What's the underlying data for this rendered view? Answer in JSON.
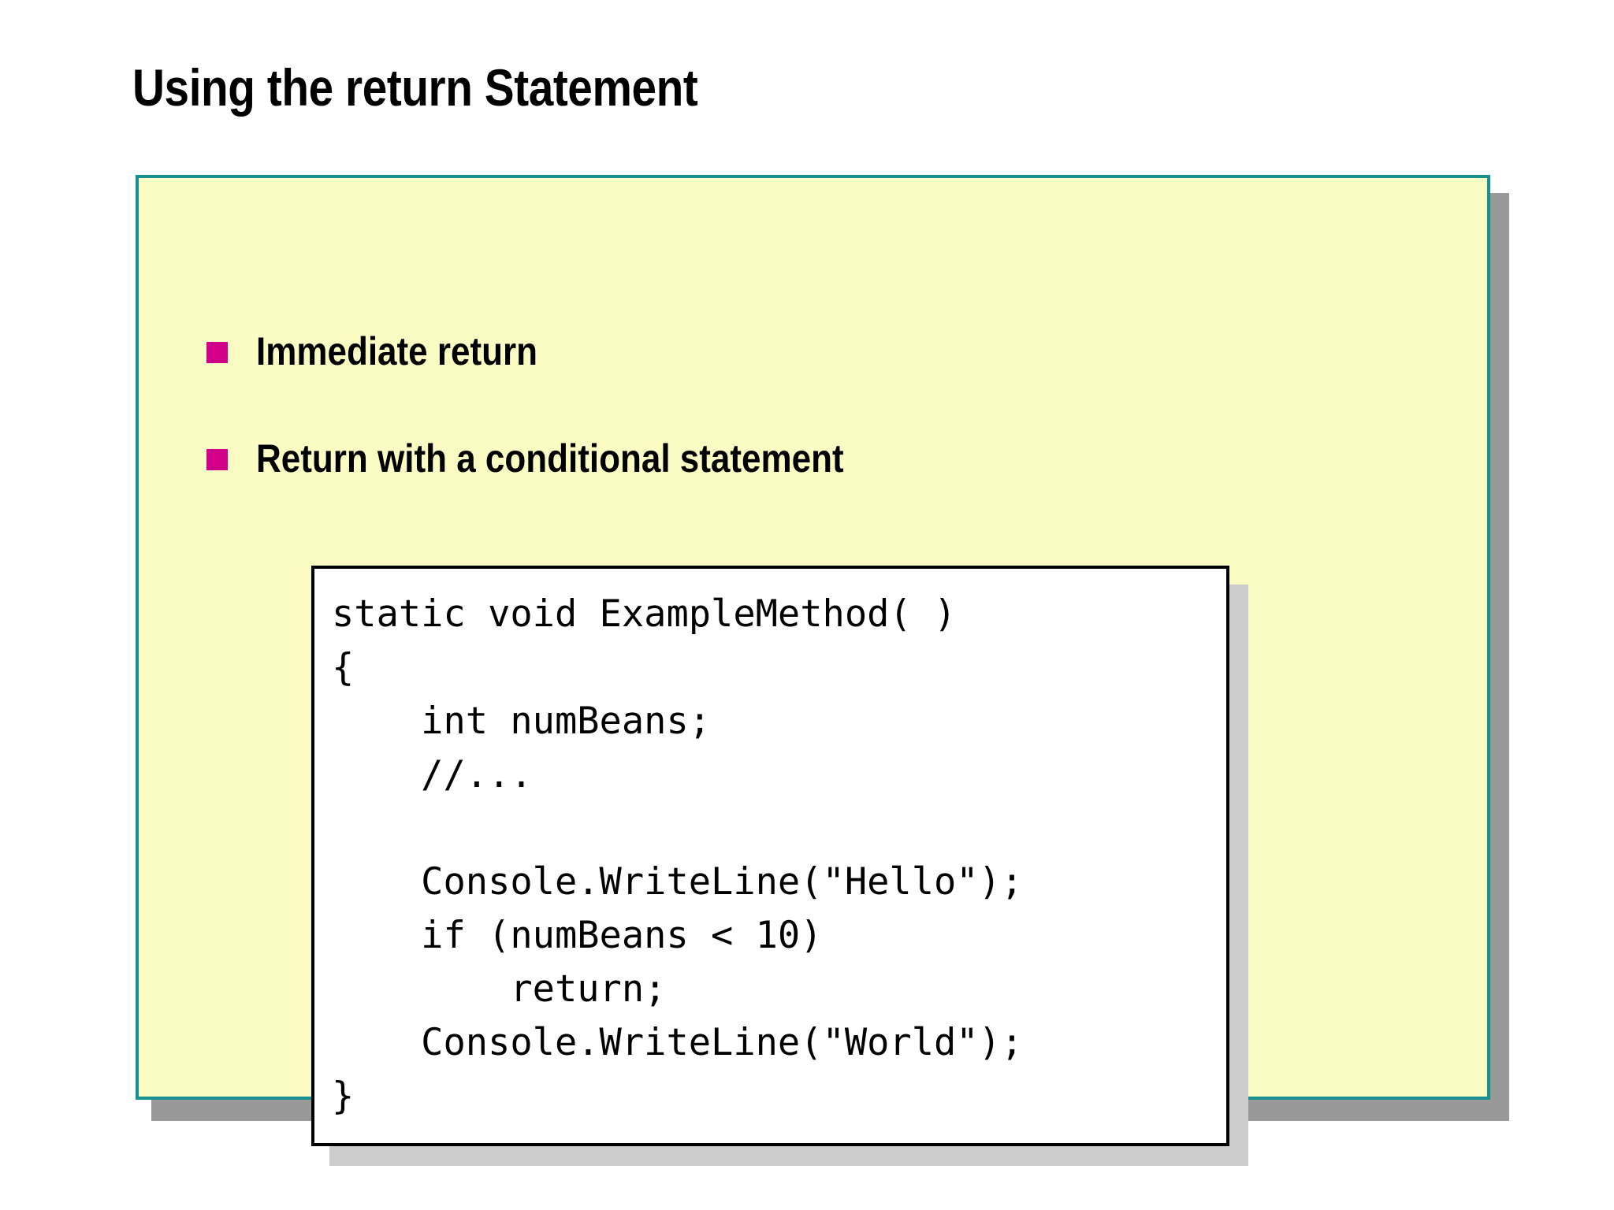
{
  "slide": {
    "title": "Using the return Statement",
    "bullets": [
      {
        "label": "Immediate return",
        "marker": "square-bullet"
      },
      {
        "label": "Return with a conditional statement",
        "marker": "square-bullet"
      }
    ],
    "code_block": {
      "language": "csharp",
      "lines": [
        "static void ExampleMethod( )",
        "{",
        "    int numBeans;",
        "    //...",
        "",
        "    Console.WriteLine(\"Hello\");",
        "    if (numBeans < 10)",
        "        return;",
        "    Console.WriteLine(\"World\");",
        "}"
      ],
      "text": "static void ExampleMethod( )\n{\n    int numBeans;\n    //...\n\n    Console.WriteLine(\"Hello\");\n    if (numBeans < 10)\n        return;\n    Console.WriteLine(\"World\");\n}"
    }
  },
  "colors": {
    "panel_background": "#fbfcc4",
    "panel_border": "#17918f",
    "panel_shadow": "#999999",
    "bullet_marker": "#d3008c",
    "code_background": "#ffffff",
    "code_border": "#000000",
    "code_shadow": "#cccccc",
    "text": "#000000",
    "slide_background": "#ffffff"
  }
}
